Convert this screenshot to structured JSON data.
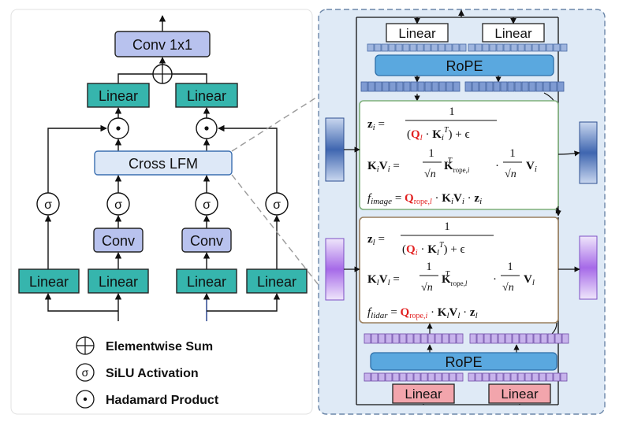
{
  "left": {
    "conv1x1": "Conv 1x1",
    "linear": "Linear",
    "cross_lfm": "Cross LFM",
    "conv": "Conv",
    "sigma": "σ",
    "dot": "•"
  },
  "legend": {
    "sum": "Elementwise Sum",
    "silu": "SiLU Activation",
    "hadamard": "Hadamard Product"
  },
  "right": {
    "linear": "Linear",
    "rope": "RoPE"
  },
  "colors": {
    "teal": "#36b5ad",
    "lavender": "#b8c2ee",
    "pale_blue": "#dde8f7",
    "panel_bg": "#dfeaf6",
    "pink": "#f2a5ac",
    "blue_tokens": "#9fb5de",
    "purple_tokens": "#c7b3ec",
    "green_box_border": "#7fb07a",
    "brown_box_border": "#9a7f5e",
    "red": "#e21f1f"
  }
}
